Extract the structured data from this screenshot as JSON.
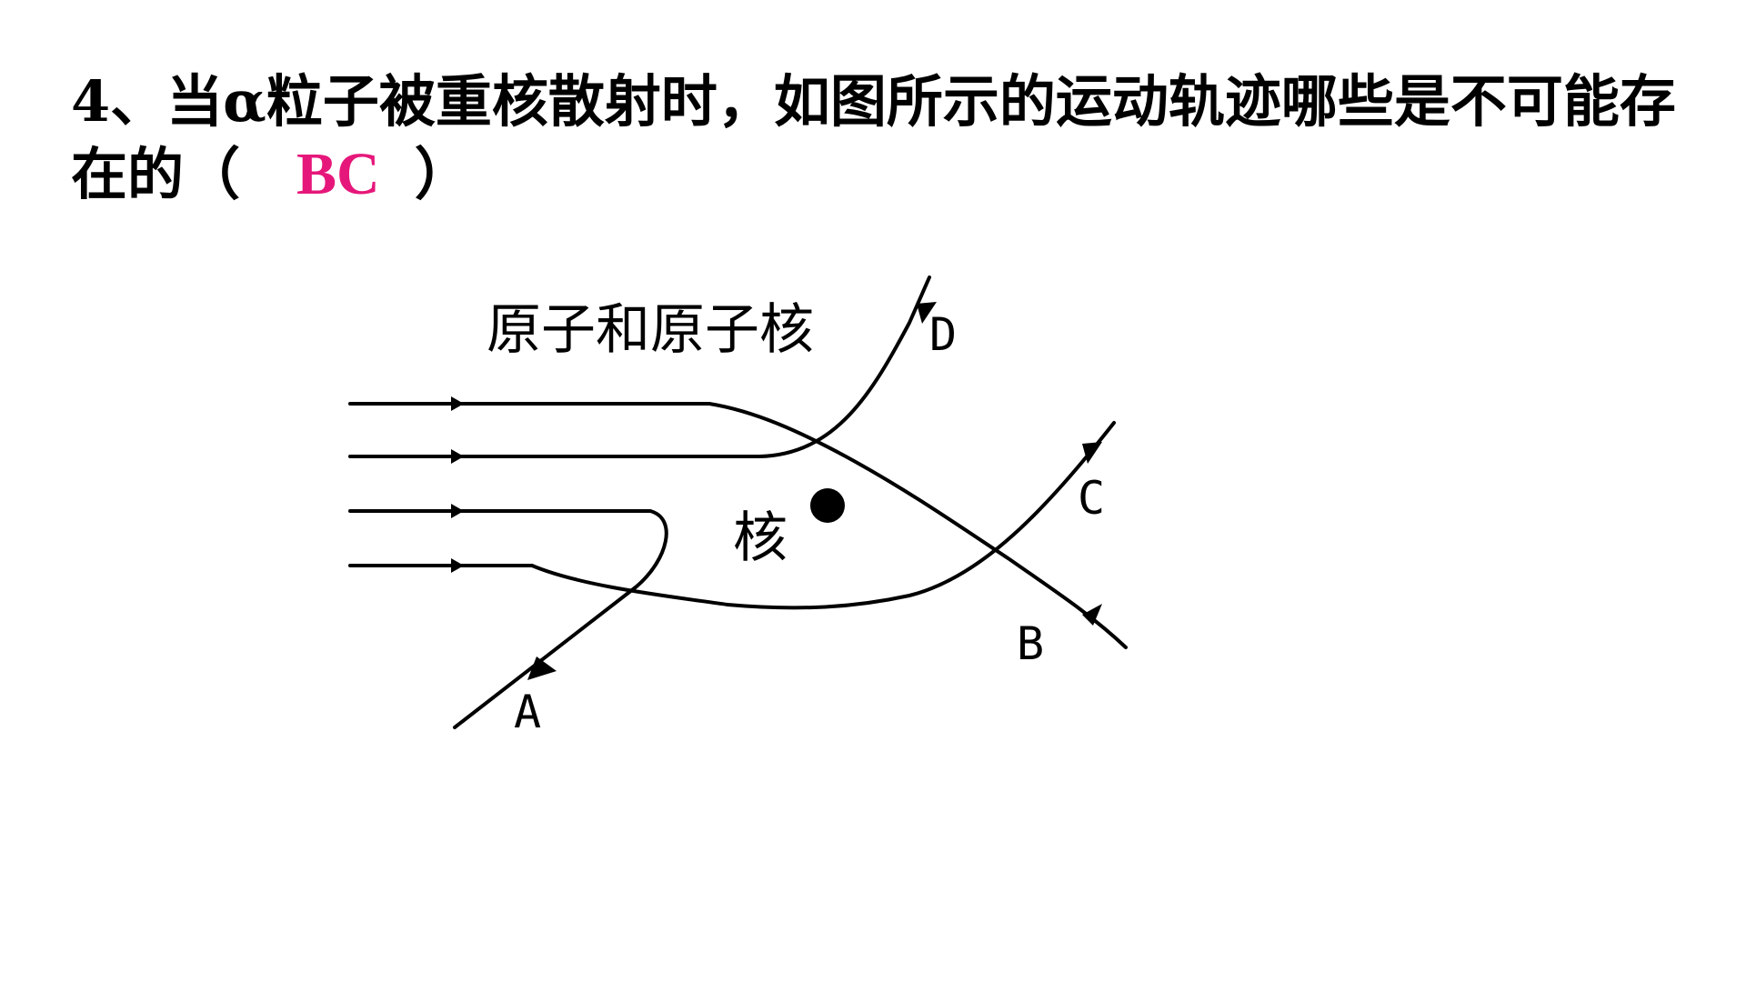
{
  "question": {
    "prefix": "4、当α粒子被重核散射时，如图所示的运动轨迹哪些是不可能存在的（",
    "answer": "BC",
    "suffix": "）"
  },
  "diagram": {
    "title": "原子和原子核",
    "nucleus_label": "核",
    "labels": {
      "a": "A",
      "b": "B",
      "c": "C",
      "d": "D"
    }
  },
  "colors": {
    "text": "#000000",
    "answer": "#e6177a",
    "background": "#ffffff"
  }
}
